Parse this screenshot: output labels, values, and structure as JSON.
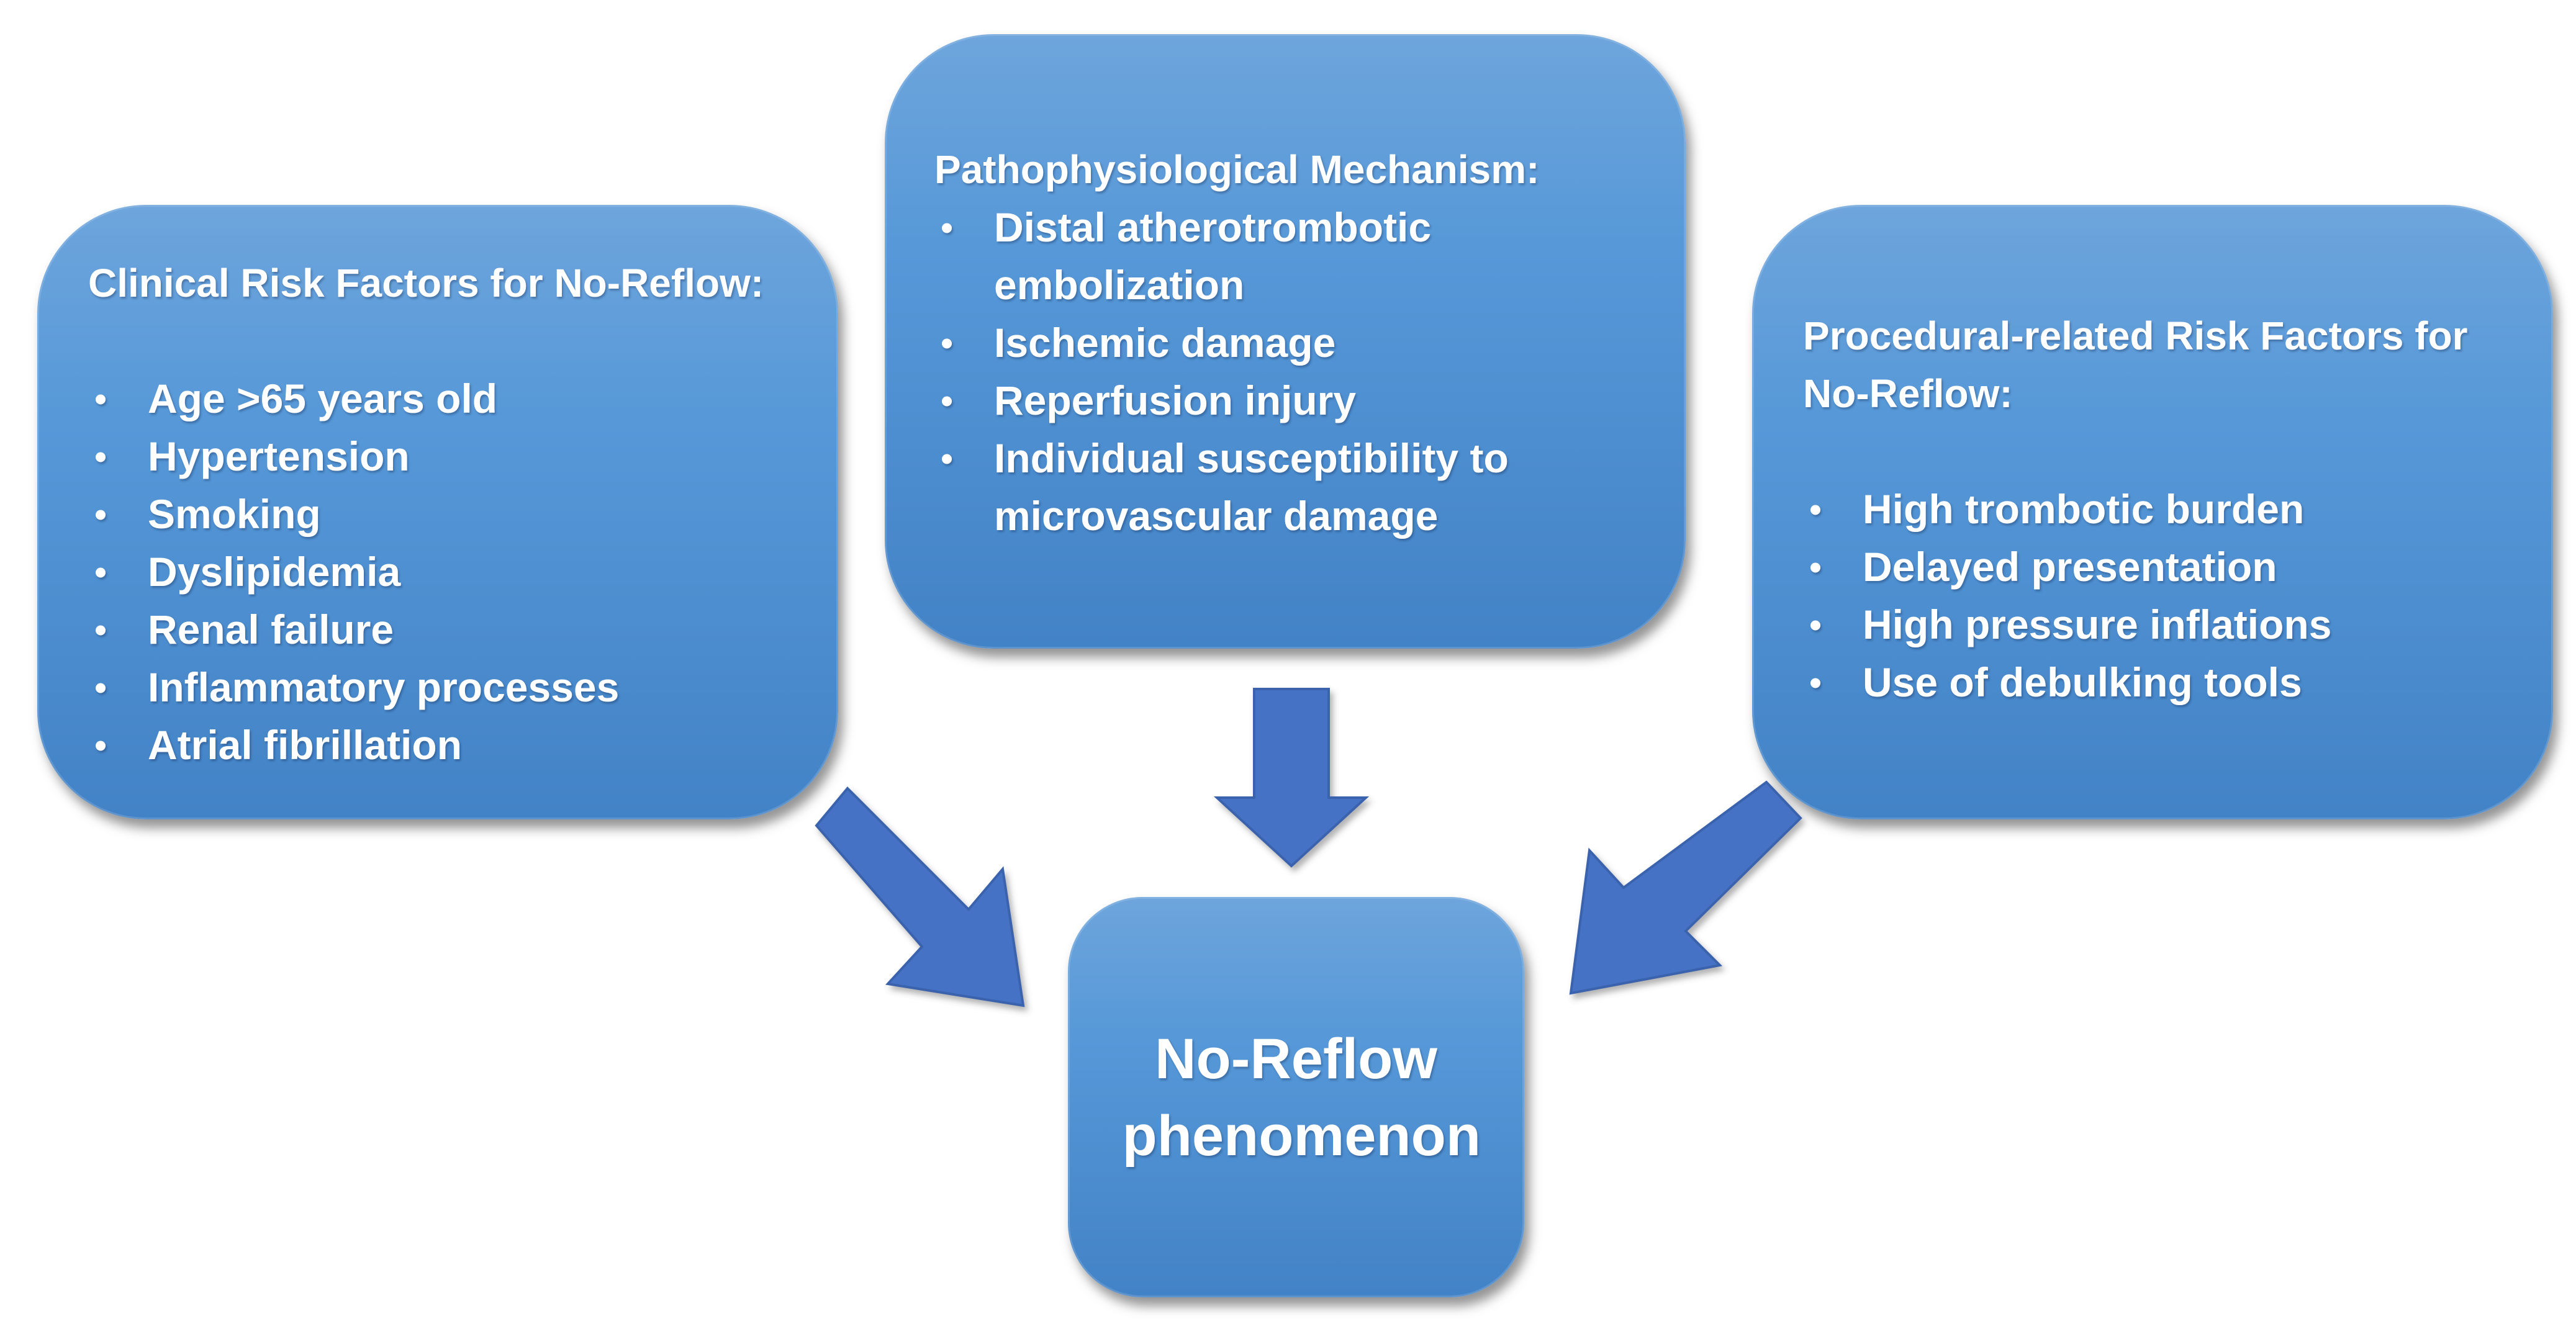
{
  "clinical": {
    "heading": "Clinical Risk Factors for No-Reflow:",
    "items": [
      "Age >65 years old",
      "Hypertension",
      "Smoking",
      "Dyslipidemia",
      "Renal failure",
      "Inflammatory processes",
      "Atrial fibrillation"
    ]
  },
  "pathophysiology": {
    "heading": "Pathophysiological Mechanism:",
    "items": [
      "Distal atherotrombotic embolization",
      "Ischemic damage",
      "Reperfusion injury",
      "Individual susceptibility to microvascular damage"
    ]
  },
  "procedural": {
    "heading": "Procedural-related Risk Factors for No-Reflow:",
    "items": [
      "High trombotic burden",
      "Delayed presentation",
      "High pressure inflations",
      "Use of debulking tools"
    ]
  },
  "result": {
    "label": "No-Reflow phenomenon"
  },
  "bullet_glyph": "•",
  "colors": {
    "box_fill": "#5698d8",
    "arrow_fill": "#4472c4",
    "text": "#ffffff"
  }
}
